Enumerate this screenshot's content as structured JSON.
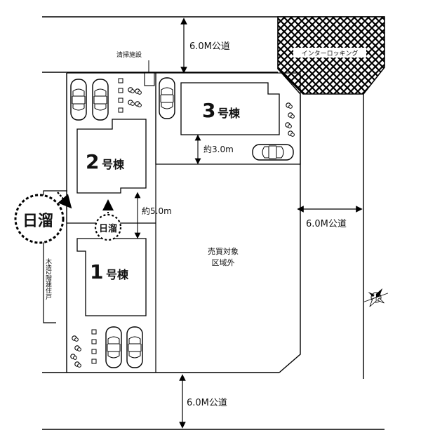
{
  "roads": {
    "top": "6.0M公道",
    "right": "6.0M公道",
    "bottom": "6.0M公道"
  },
  "buildings": {
    "b1": {
      "num": "1",
      "suffix": "号棟"
    },
    "b2": {
      "num": "2",
      "suffix": "号棟"
    },
    "b3": {
      "num": "3",
      "suffix": "号棟"
    }
  },
  "labels": {
    "cleaning": "清掃施設",
    "interlocking": "インターロッキング",
    "excluded_line1": "売買対象",
    "excluded_line2": "区域外",
    "neighbor": "木造2階建住戸",
    "hidamari": "日溜",
    "distance_5m": "約5.0m",
    "distance_3m": "約3.0m"
  },
  "icons": [
    "car-icon",
    "tree-icon",
    "compass-icon"
  ]
}
